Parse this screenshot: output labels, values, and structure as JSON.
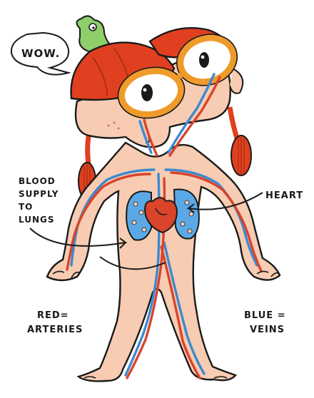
{
  "speech": {
    "text": "WOW."
  },
  "labels": {
    "blood_supply": [
      "BLOOD",
      "SUPPLY",
      "TO",
      "LUNGS"
    ],
    "heart": "HEART",
    "red": [
      "RED=",
      "ARTERIES"
    ],
    "blue": [
      "BLUE =",
      "VEINS"
    ]
  },
  "colors": {
    "skin": "#f7ccb2",
    "artery": "#d9442b",
    "vein": "#3a8ad1",
    "hat": "#e0401f",
    "goggles": "#ef9b2a",
    "frog": "#8fcf6b",
    "outline": "#1a1a1a"
  },
  "icons": [
    "frog-icon",
    "speech-bubble-icon"
  ]
}
